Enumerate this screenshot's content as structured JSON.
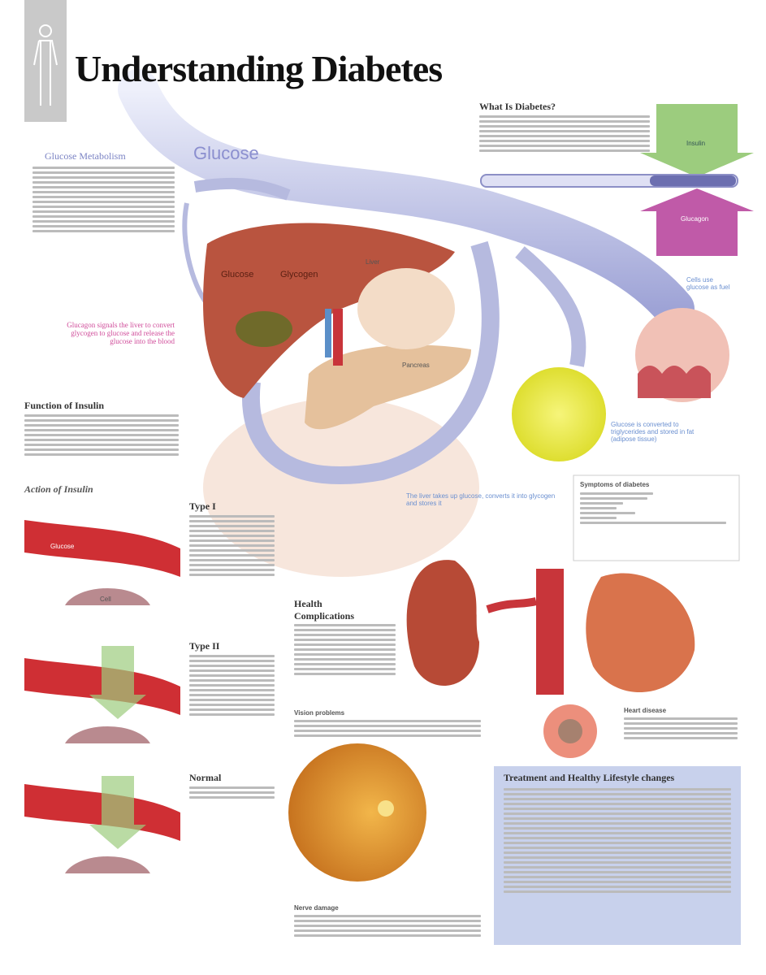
{
  "title": "Understanding Diabetes",
  "flow_label": "Glucose",
  "liver_labels": {
    "glucose": "Glucose",
    "glycogen": "Glycogen",
    "liver": "Liver",
    "pancreas": "Pancreas"
  },
  "sections": {
    "glucose_metabolism": "Glucose Metabolism",
    "glucagon_caption": "Glucagon signals the liver to convert glycogen to glucose and release the glucose into the blood",
    "what_is_diabetes": "What Is Diabetes?",
    "function_of_insulin": "Function of Insulin",
    "action_of_insulin": "Action of Insulin",
    "type1": "Type I",
    "type2": "Type II",
    "normal": "Normal",
    "health_complications": "Health Complications",
    "vision_problems": "Vision problems",
    "nerve_damage": "Nerve damage",
    "heart_disease": "Heart disease",
    "symptoms": "Symptoms of diabetes",
    "treatment": "Treatment and Healthy Lifestyle changes",
    "fat_caption": "Glucose is converted to triglycerides and stored in fat (adipose tissue)",
    "muscle_caption": "Cells use glucose as fuel",
    "liver_caption": "The liver takes up glucose, converts it into glycogen and stores it"
  },
  "arrows": {
    "insulin": "Insulin",
    "glucagon": "Glucagon"
  },
  "vessel_labels": {
    "glucose": "Glucose",
    "cell": "Cell"
  },
  "colors": {
    "tube": "#b9bde6",
    "liver": "#b5533f",
    "green_arrow": "#9ccc7e",
    "purple_arrow": "#c05aa8",
    "treatment_bg": "#c8d1ec",
    "fat": "#efee4a"
  }
}
